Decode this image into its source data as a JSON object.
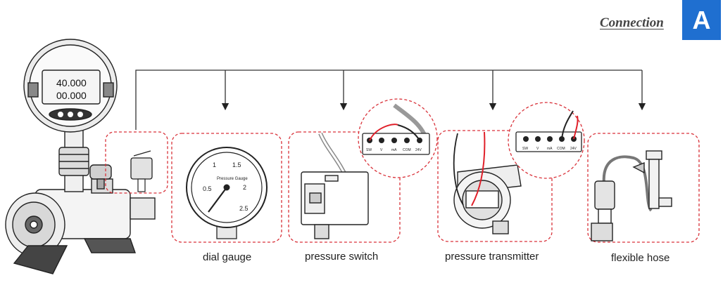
{
  "header": {
    "title": "Connection",
    "badge": "A"
  },
  "captions": {
    "dial_gauge": "dial gauge",
    "pressure_switch": "pressure switch",
    "pressure_transmitter": "pressure transmitter",
    "flexible_hose": "flexible hose"
  },
  "calibrator_display": {
    "reading_top": "40.000",
    "reading_bottom": "00.000"
  },
  "gauge": {
    "label": "Pressure Gauge",
    "ticks": [
      "0.5",
      "1",
      "1.5",
      "2",
      "2.5"
    ]
  },
  "terminals": [
    "SW",
    "V",
    "mA",
    "COM",
    "24V"
  ],
  "colors": {
    "accent": "#1f6fd0",
    "dashed_frame": "#d9323a",
    "wire": "#e0202a",
    "line": "#222222"
  }
}
